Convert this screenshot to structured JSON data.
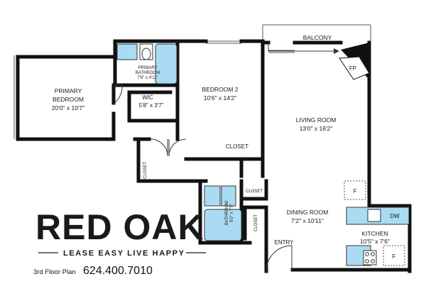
{
  "rooms": {
    "primary_bedroom": {
      "name": "PRIMARY\nBEDROOM",
      "dims": "20'0\" x 10'7\""
    },
    "primary_bathroom": {
      "name": "PRIMARY\nBATHROOM",
      "dims": "7'6\" x 4'11\""
    },
    "wic": {
      "name": "WIC",
      "dims": "5'8\" x 3'7\""
    },
    "bedroom2": {
      "name": "BEDROOM 2",
      "dims": "10'6\" x 14'2\""
    },
    "balcony": {
      "name": "BALCONY"
    },
    "fireplace": {
      "name": "FP"
    },
    "living_room": {
      "name": "LIVING ROOM",
      "dims": "13'0\" x 16'2\""
    },
    "closet_bedroom2": {
      "name": "CLOSET"
    },
    "closet_hall": {
      "name": "CLOSET"
    },
    "bathroom": {
      "name": "BATHROOM",
      "dims": "5'0\" x 7'5\""
    },
    "closet_bath": {
      "name": "CLOSET"
    },
    "closet_entry": {
      "name": "CLOSET"
    },
    "dining_room": {
      "name": "DINING ROOM",
      "dims": "7'2\" x 10'11\""
    },
    "entry": {
      "name": "ENTRY"
    },
    "kitchen": {
      "name": "KITCHEN",
      "dims": "10'5\" x 7'6\""
    },
    "dishwasher": {
      "name": "DW"
    },
    "fridge_living": {
      "name": "F"
    },
    "fridge_kitchen": {
      "name": "F"
    }
  },
  "brand": {
    "name": "RED OAK",
    "tagline": "LEASE EASY LIVE HAPPY"
  },
  "footer": {
    "plan_label": "3rd Floor Plan",
    "phone": "624.400.7010"
  },
  "colors": {
    "wall": "#111111",
    "fixture_fill": "#a9dcf3",
    "fixture_stroke": "#333333",
    "brand_red": "#b22222"
  }
}
